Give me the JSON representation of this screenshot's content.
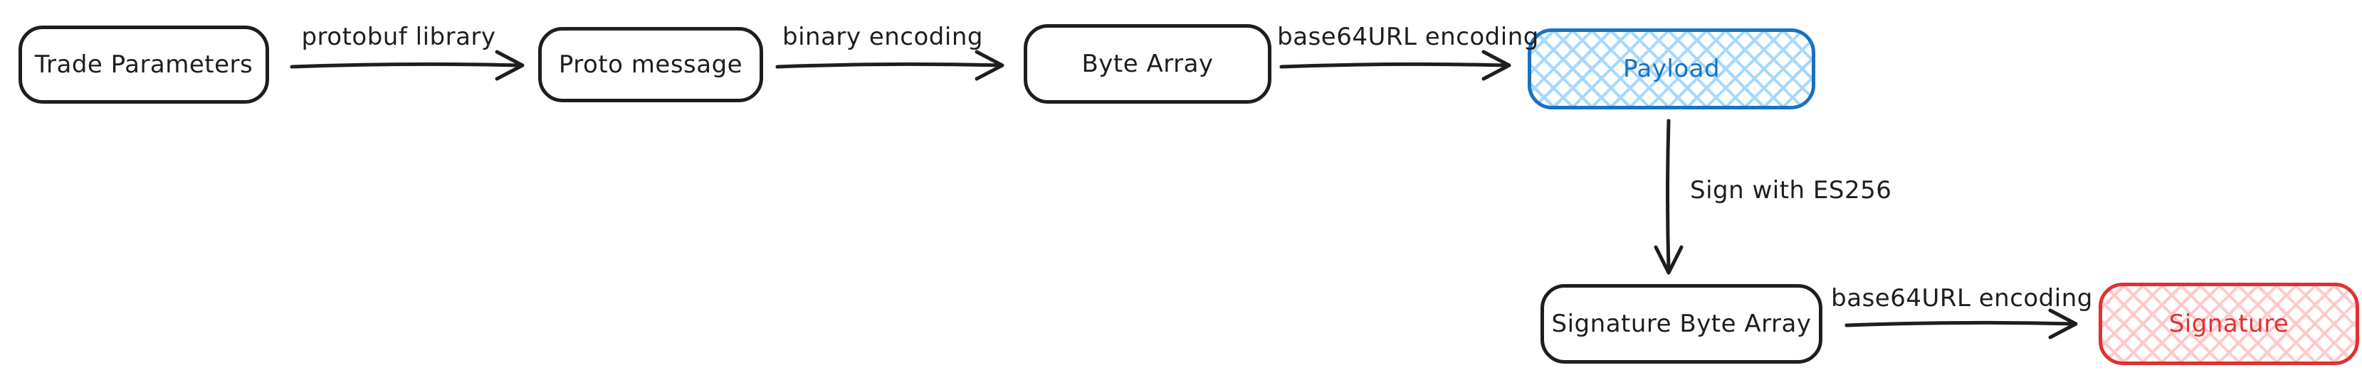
{
  "diagram": {
    "style": "excalidraw-hand-drawn-flowchart",
    "colors": {
      "stroke_default": "#1e1e1e",
      "payload_stroke": "#1971c2",
      "payload_fill_hatch": "#a5d8ff",
      "signature_stroke": "#e03131",
      "signature_fill_hatch": "#ffc9c9",
      "background": "#ffffff"
    },
    "nodes": [
      {
        "id": "trade-parameters",
        "label": "Trade Parameters",
        "variant": "plain"
      },
      {
        "id": "proto-message",
        "label": "Proto message",
        "variant": "plain"
      },
      {
        "id": "byte-array",
        "label": "Byte Array",
        "variant": "plain"
      },
      {
        "id": "payload",
        "label": "Payload",
        "variant": "blue-crosshatch"
      },
      {
        "id": "signature-byte-array",
        "label": "Signature Byte Array",
        "variant": "plain"
      },
      {
        "id": "signature",
        "label": "Signature",
        "variant": "red-crosshatch"
      }
    ],
    "edges": [
      {
        "from": "trade-parameters",
        "to": "proto-message",
        "label": "protobuf library",
        "direction": "right"
      },
      {
        "from": "proto-message",
        "to": "byte-array",
        "label": "binary encoding",
        "direction": "right"
      },
      {
        "from": "byte-array",
        "to": "payload",
        "label": "base64URL encoding",
        "direction": "right"
      },
      {
        "from": "payload",
        "to": "signature-byte-array",
        "label": "Sign with ES256",
        "direction": "down"
      },
      {
        "from": "signature-byte-array",
        "to": "signature",
        "label": "base64URL encoding",
        "direction": "right"
      }
    ]
  }
}
